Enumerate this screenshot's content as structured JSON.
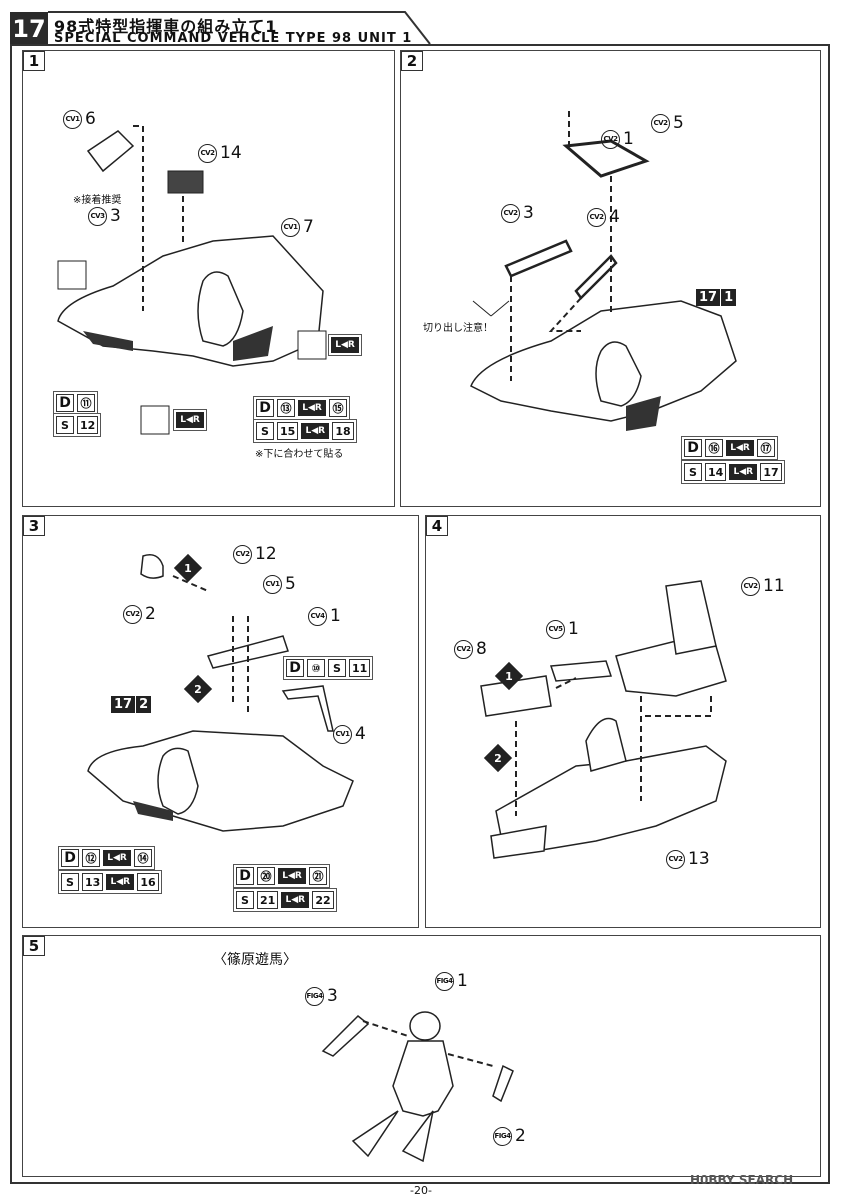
{
  "header": {
    "step_number": "17",
    "title_jp": "98式特型指揮車の組み立て1",
    "title_en": "SPECIAL COMMAND VEHCLE TYPE 98 UNIT 1"
  },
  "panels": [
    {
      "num": "1"
    },
    {
      "num": "2"
    },
    {
      "num": "3"
    },
    {
      "num": "4"
    },
    {
      "num": "5"
    }
  ],
  "p1": {
    "parts": [
      {
        "code": "CV1",
        "num": "6"
      },
      {
        "code": "CV2",
        "num": "14"
      },
      {
        "code": "CV3",
        "num": "3"
      },
      {
        "code": "CV1",
        "num": "7"
      }
    ],
    "note_glue": "※接着推奨",
    "note_decal": "※下に合わせて貼る",
    "decal_d1": [
      "D",
      "⑪"
    ],
    "decal_s1": [
      "S",
      "12"
    ],
    "decal_d2": [
      "D",
      "⑬",
      "⑮"
    ],
    "decal_s2": [
      "S",
      "15",
      "18"
    ]
  },
  "p2": {
    "parts": [
      {
        "code": "CV2",
        "num": "1"
      },
      {
        "code": "CV2",
        "num": "5"
      },
      {
        "code": "CV2",
        "num": "3"
      },
      {
        "code": "CV2",
        "num": "4"
      }
    ],
    "note_cut": "切り出し注意！",
    "badge": [
      "17",
      "1"
    ],
    "decal_d": [
      "D",
      "⑯",
      "⑰"
    ],
    "decal_s": [
      "S",
      "14",
      "17"
    ]
  },
  "p3": {
    "parts": [
      {
        "code": "CV2",
        "num": "12"
      },
      {
        "code": "CV2",
        "num": "2"
      },
      {
        "code": "CV1",
        "num": "5"
      },
      {
        "code": "CV4",
        "num": "1"
      },
      {
        "code": "CV1",
        "num": "4"
      }
    ],
    "steps": [
      "1",
      "2"
    ],
    "badge": [
      "17",
      "2"
    ],
    "decal_arm": [
      "D",
      "⑩",
      "S",
      "11"
    ],
    "decal_d1": [
      "D",
      "⑫",
      "⑭"
    ],
    "decal_s1": [
      "S",
      "13",
      "16"
    ],
    "decal_d2": [
      "D",
      "⑳",
      "㉑"
    ],
    "decal_s2": [
      "S",
      "21",
      "22"
    ]
  },
  "p4": {
    "parts": [
      {
        "code": "CV2",
        "num": "11"
      },
      {
        "code": "CV5",
        "num": "1"
      },
      {
        "code": "CV2",
        "num": "8"
      },
      {
        "code": "CV2",
        "num": "13"
      }
    ],
    "steps": [
      "1",
      "2"
    ]
  },
  "p5": {
    "figure_name": "〈篠原遊馬〉",
    "parts": [
      {
        "code": "FIG4",
        "num": "1"
      },
      {
        "code": "FIG4",
        "num": "3"
      },
      {
        "code": "FIG4",
        "num": "2"
      }
    ]
  },
  "lr_label": "L◀R",
  "footer": {
    "page": "-20-",
    "watermark": "H0BBY SEARCH"
  }
}
